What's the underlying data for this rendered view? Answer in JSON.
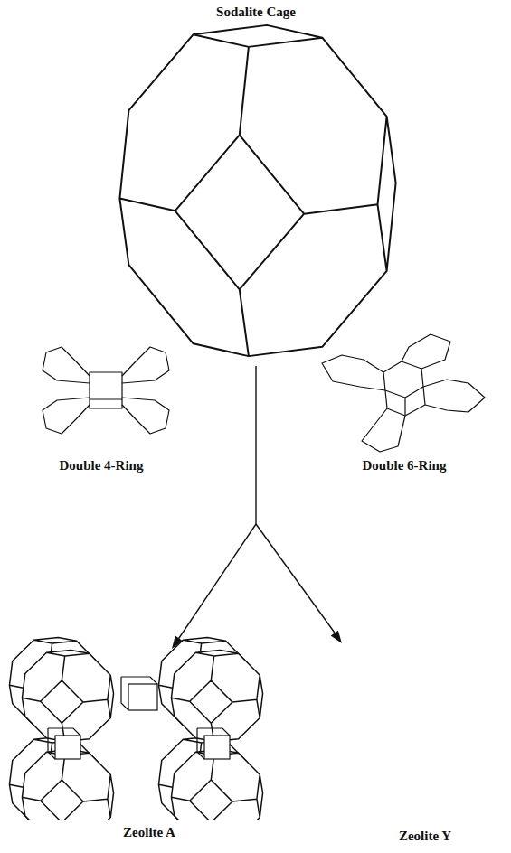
{
  "diagram": {
    "labels": [
      "Sodalite Cage",
      "Double 4-Ring",
      "Double 6-Ring",
      "Zeolite A",
      "Zeolite Y"
    ]
  }
}
